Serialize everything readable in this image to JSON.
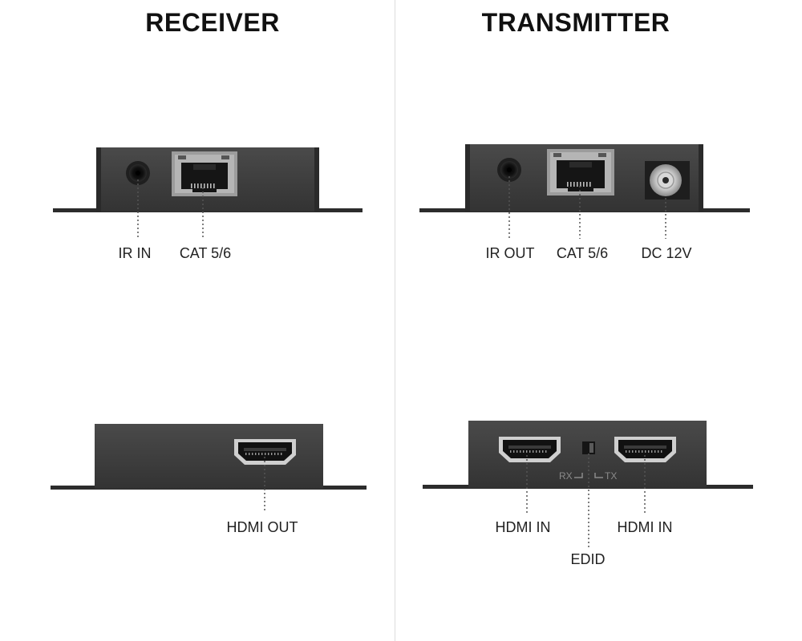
{
  "receiver": {
    "title": "RECEIVER",
    "top_panel": {
      "labels": {
        "ir": "IR IN",
        "cat": "CAT 5/6"
      }
    },
    "bottom_panel": {
      "labels": {
        "hdmi": "HDMI OUT"
      }
    }
  },
  "transmitter": {
    "title": "TRANSMITTER",
    "top_panel": {
      "labels": {
        "ir": "IR OUT",
        "cat": "CAT 5/6",
        "dc": "DC 12V"
      }
    },
    "bottom_panel": {
      "labels": {
        "hdmi_left": "HDMI IN",
        "hdmi_right": "HDMI IN",
        "edid": "EDID"
      },
      "switch_labels": {
        "rx": "RX",
        "tx": "TX"
      }
    }
  },
  "colors": {
    "device_body": "#3b3b3b",
    "device_shadow": "#2a2a2a",
    "flange": "#2c2c2c",
    "rj45_frame": "#9c9c9c",
    "port_black": "#111111",
    "divider": "#dcdcdc"
  },
  "icons": [
    "ir-jack-icon",
    "rj45-port-icon",
    "dc-power-jack-icon",
    "hdmi-port-icon",
    "edid-switch-icon"
  ]
}
